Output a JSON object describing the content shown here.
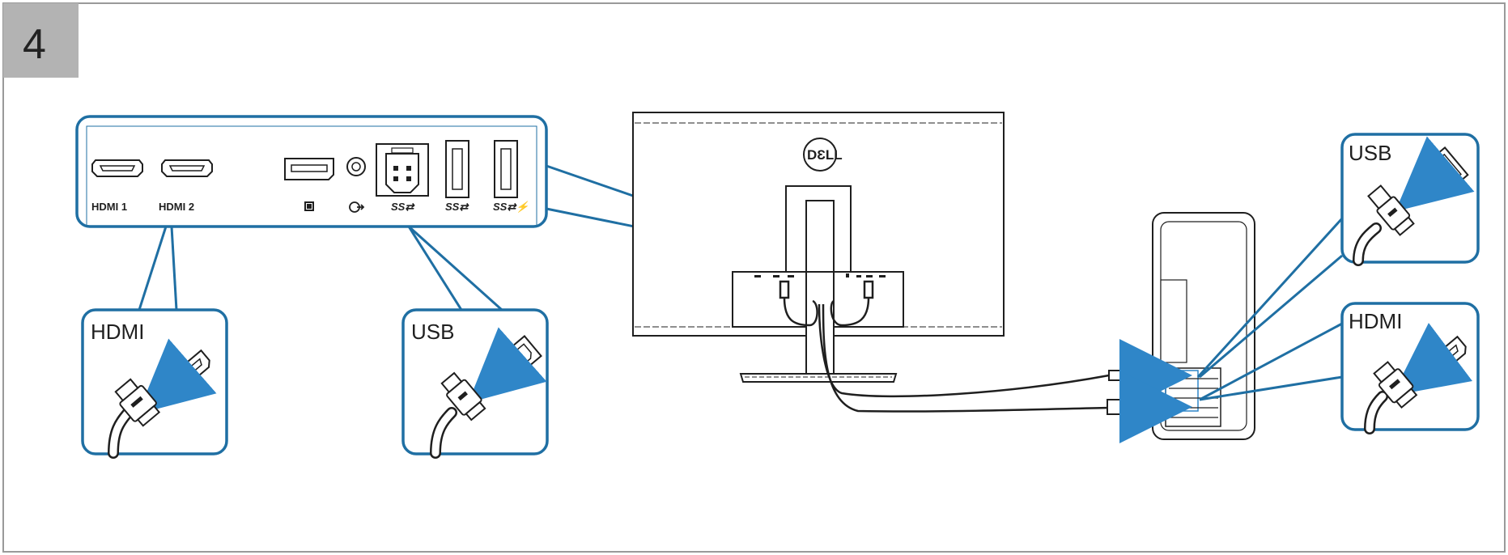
{
  "step": {
    "number": "4"
  },
  "colors": {
    "callout_border": "#1f6fa3",
    "arrow": "#2f86c8",
    "step_badge": "#b3b3b3",
    "frame": "#9a9a9a"
  },
  "port_panel": {
    "hdmi1_label": "HDMI 1",
    "hdmi2_label": "HDMI 2",
    "usb_up_label": "SS⇄",
    "usb_a1_label": "SS⇄",
    "usb_a2_label": "SS⇄⚡"
  },
  "callouts": {
    "hdmi_left": "HDMI",
    "usb_left": "USB",
    "usb_right": "USB",
    "hdmi_right": "HDMI"
  },
  "monitor": {
    "brand": "DƐLL"
  }
}
